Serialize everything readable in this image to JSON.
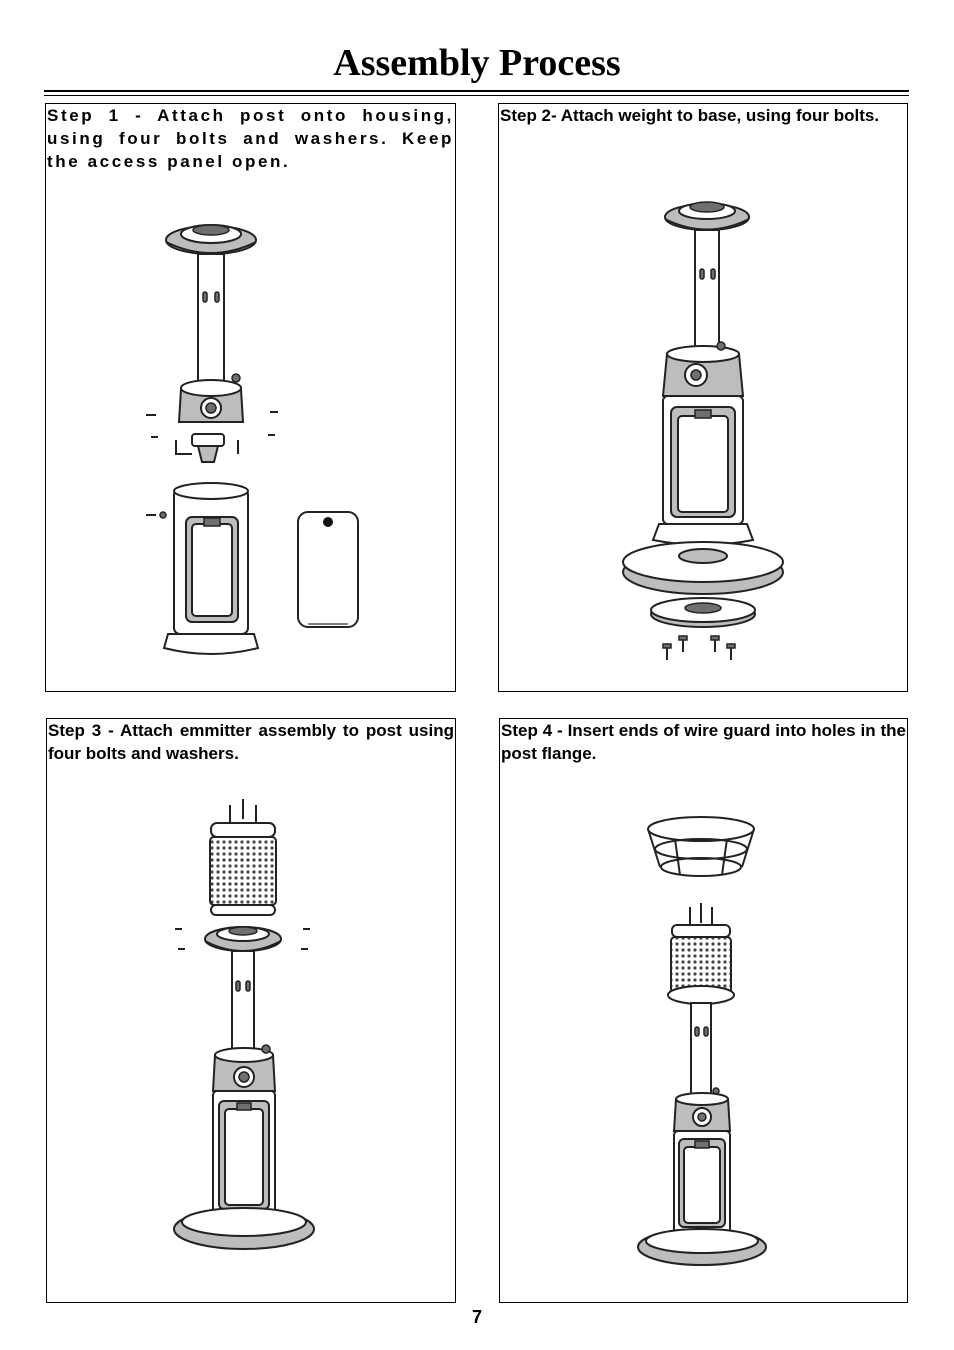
{
  "title": "Assembly Process",
  "steps": [
    {
      "caption": "Step 1 - Attach post onto housing, using four bolts and washers. Keep the access panel open."
    },
    {
      "caption": "Step 2- Attach weight to base, using four bolts."
    },
    {
      "caption": "Step 3 - Attach emmitter assembly to post using four bolts and washers."
    },
    {
      "caption": "Step 4 - Insert ends of wire guard into holes in the post flange."
    }
  ],
  "page_number": "7"
}
